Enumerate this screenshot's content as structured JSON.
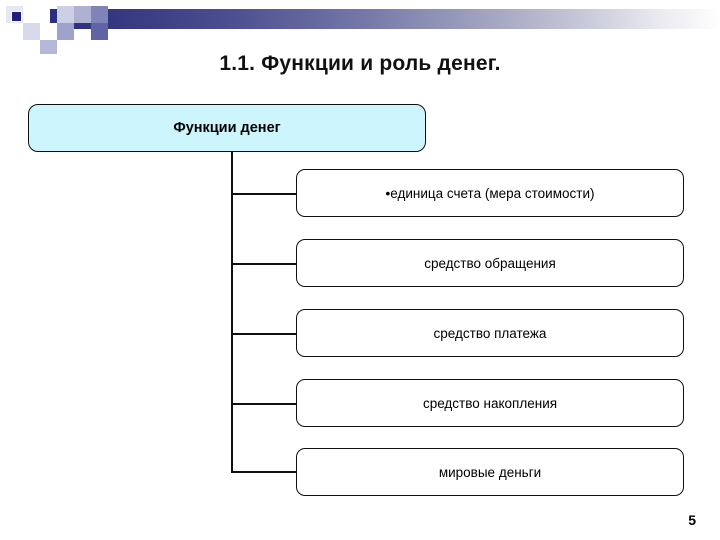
{
  "slide": {
    "title": "1.1. Функции и роль денег.",
    "page_number": "5",
    "accent_color": "#2c2f80",
    "root_fill": "#ccf5fd",
    "node_border": "#101010"
  },
  "decoration": {
    "name": "header-gradient-band",
    "gradient_from": "#2c2f80",
    "gradient_to": "#ffffff",
    "marker_color": "#20207a"
  },
  "diagram": {
    "type": "hierarchy",
    "root": {
      "label": "Функции денег"
    },
    "children": [
      {
        "label": "•единица счета (мера стоимости)"
      },
      {
        "label": "средство обращения"
      },
      {
        "label": "средство платежа"
      },
      {
        "label": "средство накопления"
      },
      {
        "label": "мировые деньги"
      }
    ]
  }
}
